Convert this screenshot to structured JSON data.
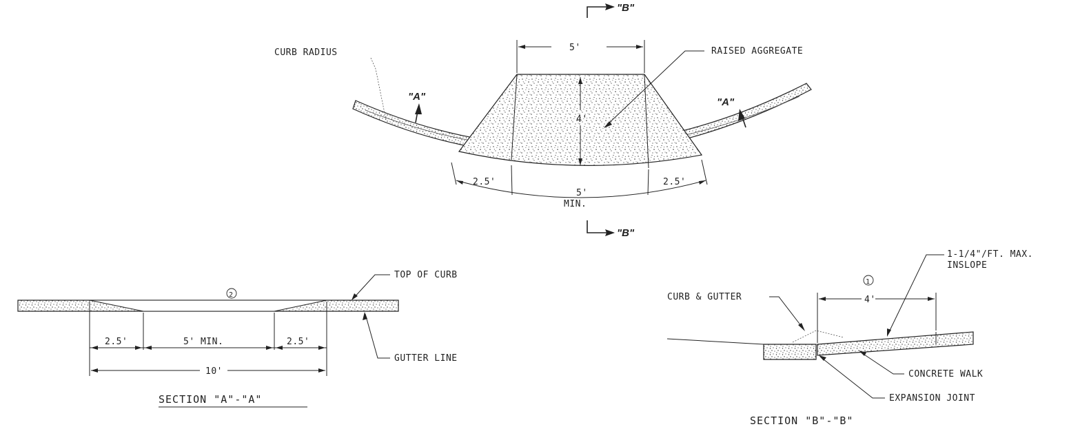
{
  "plan": {
    "cut_b_top": "\"B\"",
    "cut_b_bottom": "\"B\"",
    "cut_a_left": "\"A\"",
    "cut_a_right": "\"A\"",
    "width_top": "5'",
    "height": "4'",
    "flare_left": "2.5'",
    "center": "5'",
    "center_min": "MIN.",
    "flare_right": "2.5'",
    "curb_radius": "CURB RADIUS",
    "raised_aggregate": "RAISED AGGREGATE"
  },
  "section_a": {
    "title": "SECTION \"A\"-\"A\"",
    "note_number": "2",
    "top_of_curb": "TOP OF CURB",
    "gutter_line": "GUTTER LINE",
    "dim_left": "2.5'",
    "dim_center": "5' MIN.",
    "dim_right": "2.5'",
    "dim_total": "10'"
  },
  "section_b": {
    "title": "SECTION \"B\"-\"B\"",
    "note_number": "1",
    "curb_gutter": "CURB & GUTTER",
    "slope_line1": "1-1/4\"/FT. MAX.",
    "slope_line2": "INSLOPE",
    "dim_width": "4'",
    "concrete_walk": "CONCRETE WALK",
    "expansion_joint": "EXPANSION JOINT"
  }
}
